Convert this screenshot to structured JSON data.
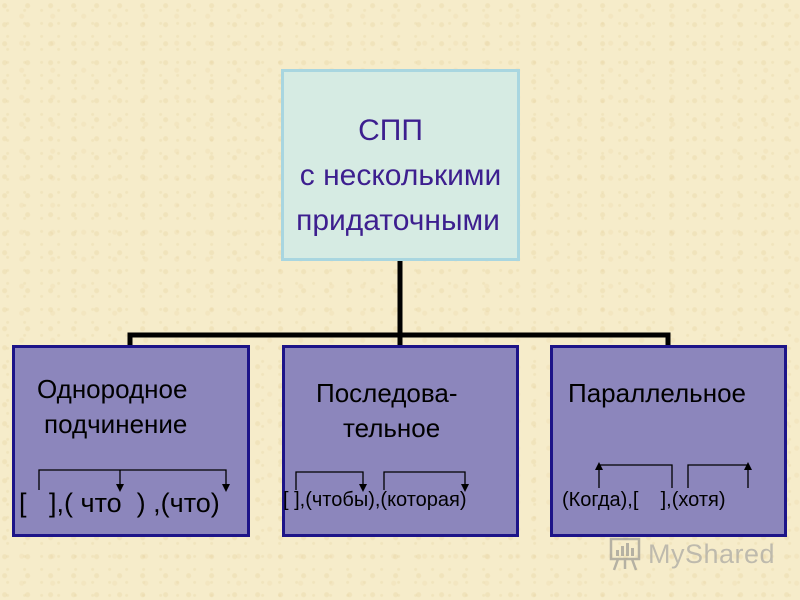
{
  "root": {
    "lines": [
      "СПП",
      "с несколькими",
      "придаточными"
    ]
  },
  "branches": [
    {
      "title_lines": [
        "Однородное",
        "подчинение"
      ],
      "formula": "[   ],( что  ) ,(что)"
    },
    {
      "title_lines": [
        "Последова-",
        "тельное"
      ],
      "formula": "[ ],(чтобы),(которая)"
    },
    {
      "title_lines": [
        "Параллельное"
      ],
      "formula": "(Когда),[    ],(хотя)"
    }
  ],
  "watermark": {
    "text": "MyShared",
    "icon": "presentation-board-icon"
  },
  "colors": {
    "background": "#f6ecca",
    "root_fill": "#d6ebe3",
    "root_border": "#a9d6e0",
    "root_text": "#3d1f8f",
    "child_fill": "#8c86bc",
    "child_border": "#1d1488",
    "connector": "#000000"
  }
}
